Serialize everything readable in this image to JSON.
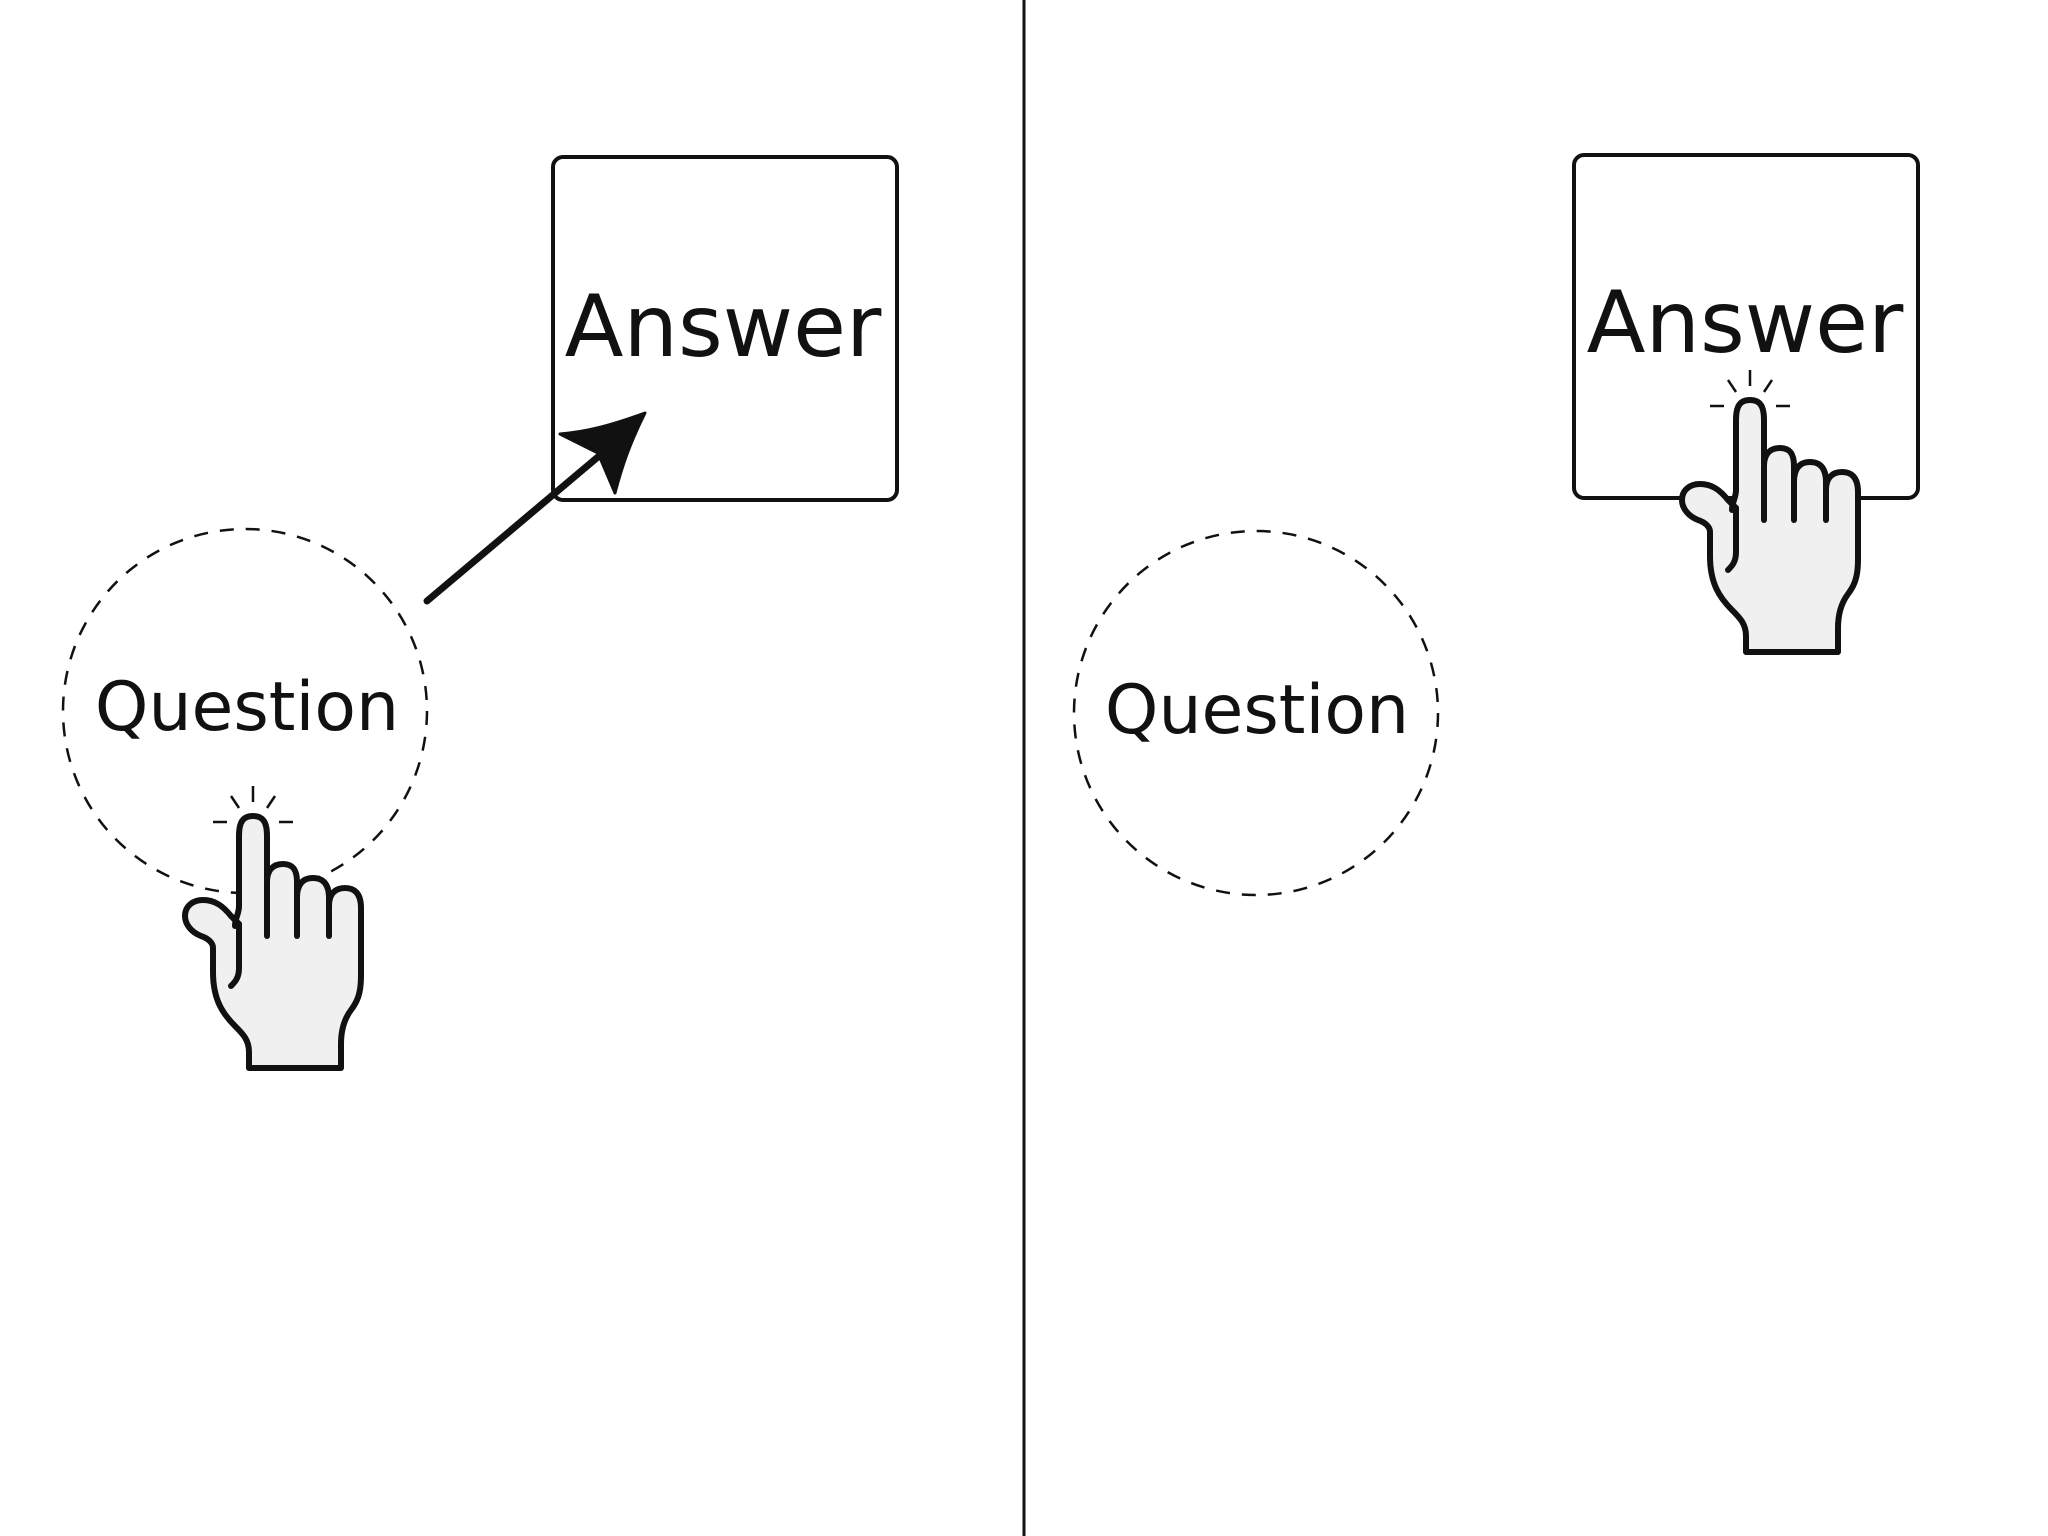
{
  "panels": [
    {
      "question_label": "Question",
      "answer_label": "Answer"
    },
    {
      "question_label": "Question",
      "answer_label": "Answer"
    }
  ],
  "colors": {
    "stroke": "#111111",
    "hand_fill": "#f0f0f0",
    "background": "#ffffff"
  },
  "icons": [
    "pointing-hand-icon",
    "arrow-icon"
  ]
}
